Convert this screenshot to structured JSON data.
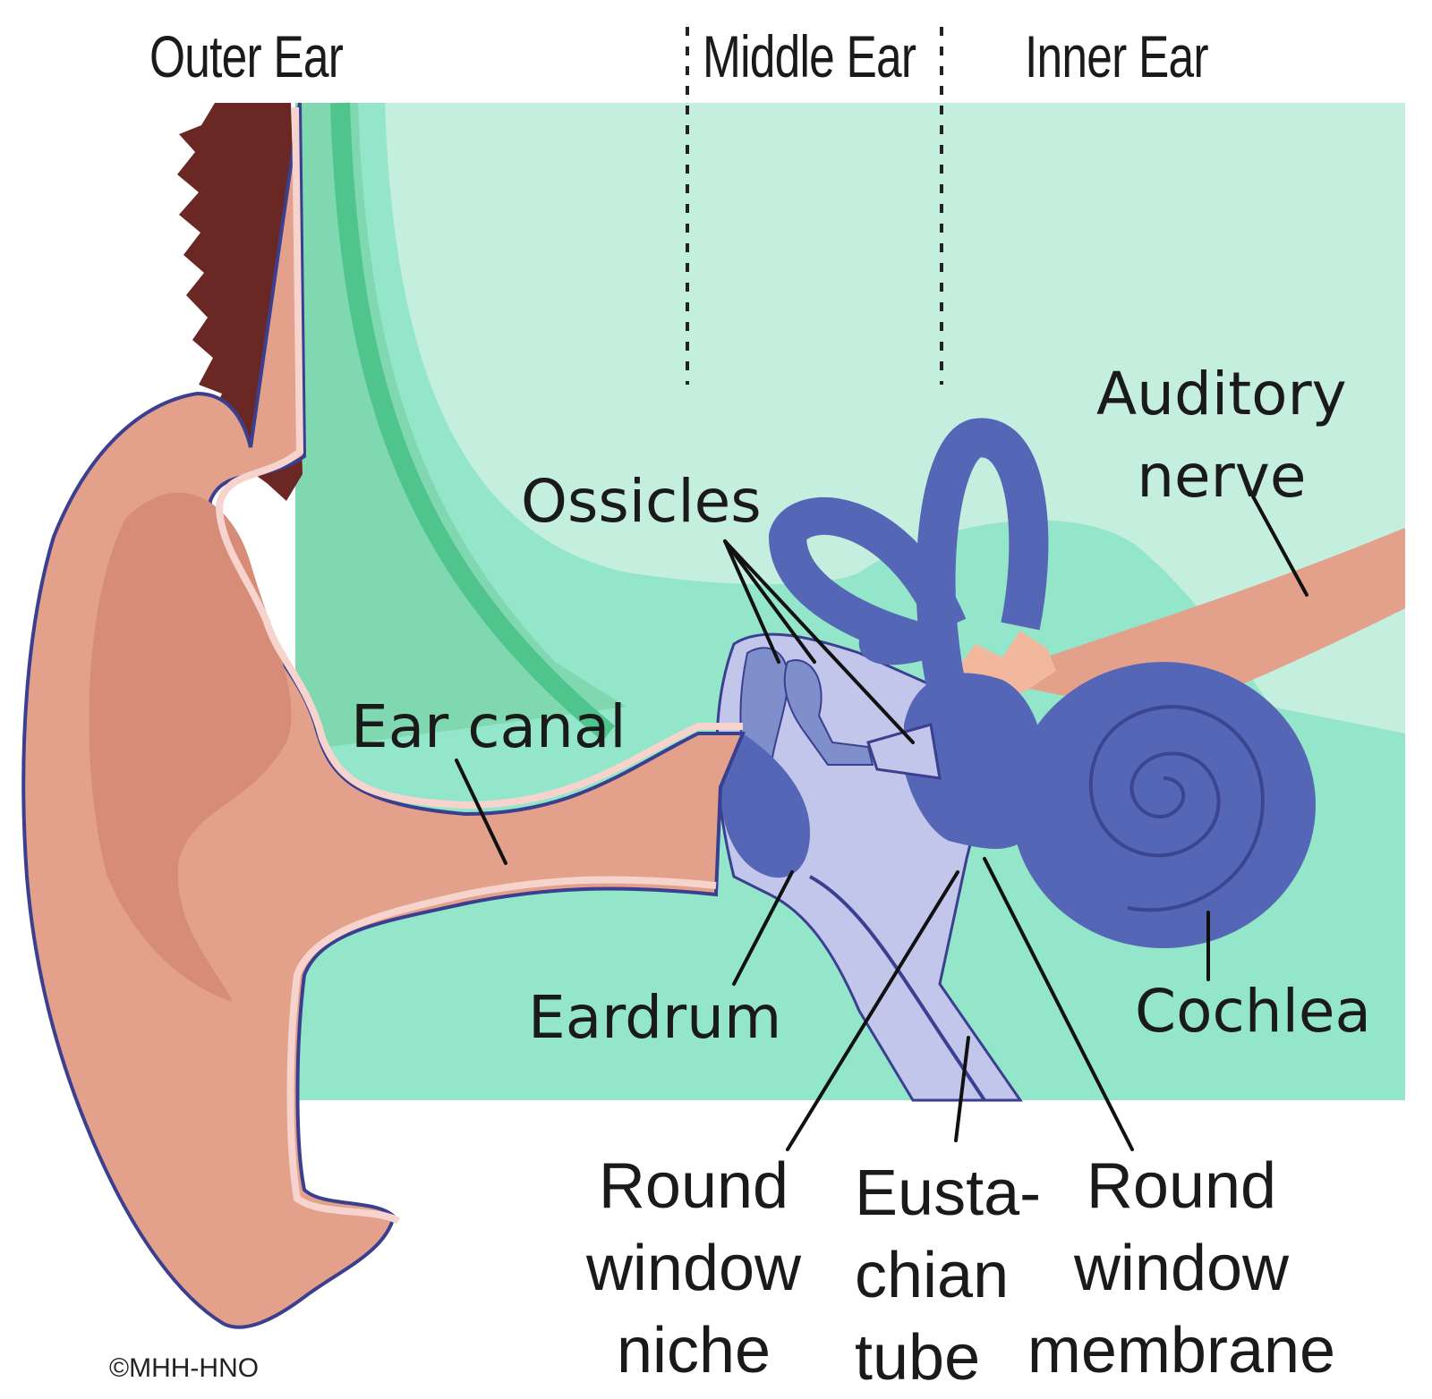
{
  "headers": {
    "outer": "Outer Ear",
    "middle": "Middle Ear",
    "inner": "Inner Ear"
  },
  "labels": {
    "auditory_nerve": [
      "Auditory",
      "nerve"
    ],
    "ossicles": "Ossicles",
    "ear_canal": "Ear canal",
    "eardrum": "Eardrum",
    "cochlea": "Cochlea",
    "round_window_niche": [
      "Round",
      "window",
      "niche"
    ],
    "eustachian_tube": [
      "Eusta-",
      "chian",
      "tube"
    ],
    "round_window_membrane": [
      "Round",
      "window",
      "membrane"
    ]
  },
  "copyright": "©MHH-HNO",
  "colors": {
    "background": "#ffffff",
    "tissue_light": "#c4eedd",
    "tissue_mid": "#93e6c9",
    "tissue_dark": "#4fc48d",
    "skin": "#e3a08b",
    "skin_lining": "#f6d3cc",
    "outline": "#3b3f8f",
    "hair": "#6b2724",
    "inner_ear": "#5466b5",
    "middle_ear_cavity": "#c2c6ea",
    "ossicles": "#7f8fcc",
    "nerve": "#e0a088"
  }
}
